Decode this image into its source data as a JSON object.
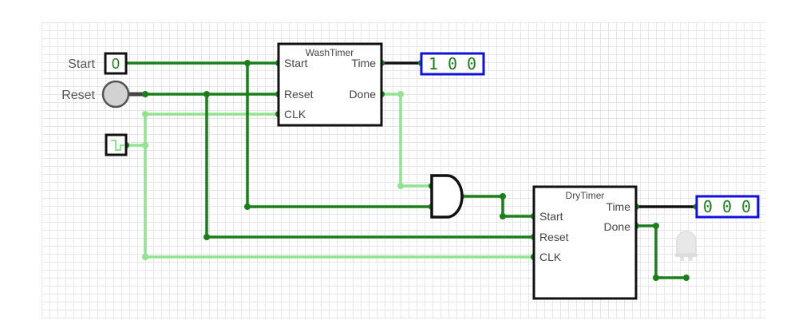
{
  "inputs": {
    "start_label": "Start",
    "start_value": "0",
    "reset_label": "Reset"
  },
  "wash_timer": {
    "title": "WashTimer",
    "pin_start": "Start",
    "pin_reset": "Reset",
    "pin_clk": "CLK",
    "pin_time": "Time",
    "pin_done": "Done",
    "display": "1 0 0"
  },
  "dry_timer": {
    "title": "DryTimer",
    "pin_start": "Start",
    "pin_reset": "Reset",
    "pin_clk": "CLK",
    "pin_time": "Time",
    "pin_done": "Done",
    "display": "0 0 0"
  },
  "colors": {
    "wire_active": "#1a7f1a",
    "wire_clock": "#90e490",
    "display_border": "#1010dd",
    "component_border": "#111111"
  }
}
